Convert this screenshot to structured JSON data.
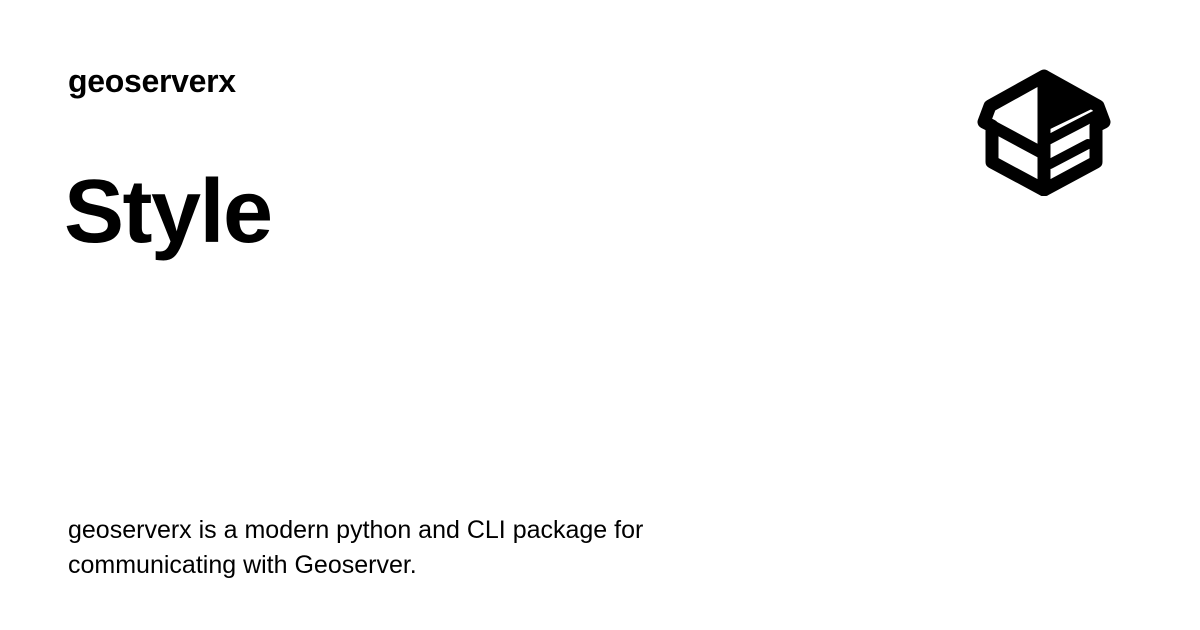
{
  "site": {
    "name": "geoserverx"
  },
  "page": {
    "title": "Style",
    "description": "geoserverx is a modern python and CLI package for communicating with Geoserver."
  },
  "logo": {
    "icon": "package-box-icon",
    "color": "#000000"
  },
  "colors": {
    "background": "#ffffff",
    "text": "#000000"
  }
}
